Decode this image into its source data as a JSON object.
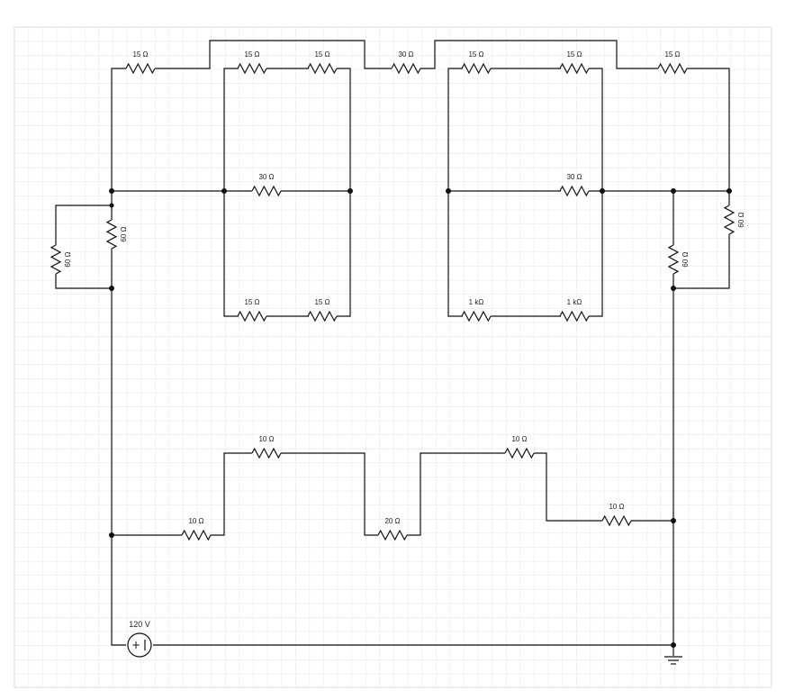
{
  "diagram": {
    "resistors": [
      {
        "id": "r-top-left",
        "label": "15 Ω"
      },
      {
        "id": "r-top-a1",
        "label": "15 Ω"
      },
      {
        "id": "r-top-a2",
        "label": "15 Ω"
      },
      {
        "id": "r-top-mid",
        "label": "30 Ω"
      },
      {
        "id": "r-top-b1",
        "label": "15 Ω"
      },
      {
        "id": "r-top-b2",
        "label": "15 Ω"
      },
      {
        "id": "r-top-right",
        "label": "15 Ω"
      },
      {
        "id": "r-left-mid30",
        "label": "30 Ω"
      },
      {
        "id": "r-right-mid30",
        "label": "30 Ω"
      },
      {
        "id": "r-left-v60",
        "label": "60 Ω"
      },
      {
        "id": "r-left-outer60",
        "label": "60 Ω"
      },
      {
        "id": "r-right-v60",
        "label": "60 Ω"
      },
      {
        "id": "r-right-outer60",
        "label": "60 Ω"
      },
      {
        "id": "r-left-bot1",
        "label": "15 Ω"
      },
      {
        "id": "r-left-bot2",
        "label": "15 Ω"
      },
      {
        "id": "r-right-bot1",
        "label": "1 kΩ"
      },
      {
        "id": "r-right-bot2",
        "label": "1 kΩ"
      },
      {
        "id": "r-low-10a",
        "label": "10 Ω"
      },
      {
        "id": "r-low-10b",
        "label": "10 Ω"
      },
      {
        "id": "r-low-20",
        "label": "20 Ω"
      },
      {
        "id": "r-low-10c",
        "label": "10 Ω"
      },
      {
        "id": "r-low-10d",
        "label": "10 Ω"
      }
    ],
    "source": {
      "label": "120 V"
    }
  }
}
